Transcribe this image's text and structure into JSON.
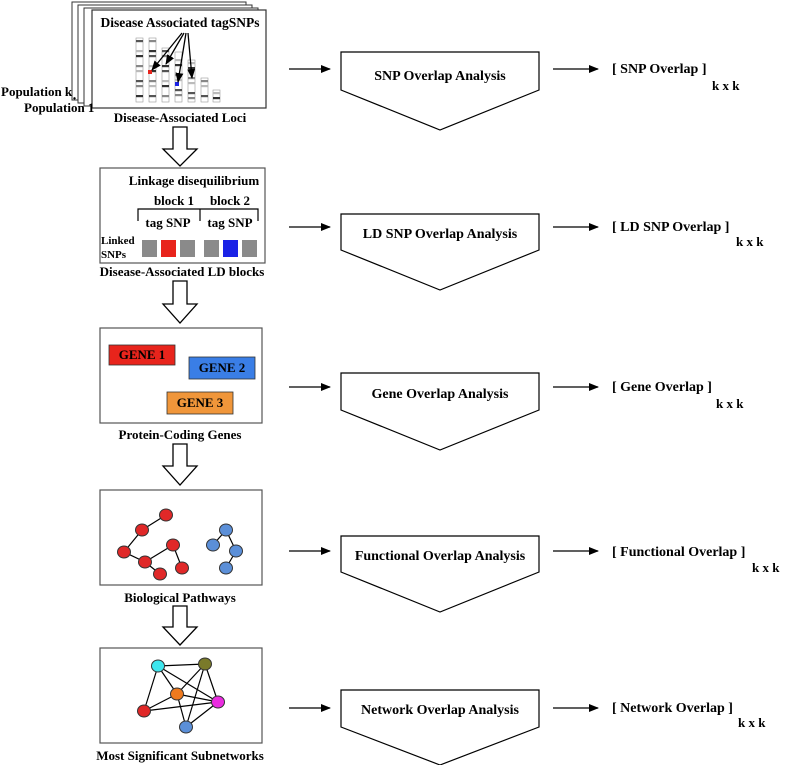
{
  "stage1": {
    "title": "Disease Associated tagSNPs",
    "population_k": "Population k",
    "population_1": "Population 1",
    "dots": "·",
    "caption": "Disease-Associated Loci"
  },
  "stage2": {
    "ld_title": "Linkage disequilibrium",
    "block1": "block 1",
    "block2": "block 2",
    "tag1": "tag SNP",
    "tag2": "tag SNP",
    "linked_line1": "Linked",
    "linked_line2": "SNPs",
    "caption": "Disease-Associated LD blocks"
  },
  "stage3": {
    "gene1": "GENE 1",
    "gene2": "GENE 2",
    "gene3": "GENE 3",
    "caption": "Protein-Coding Genes"
  },
  "stage4": {
    "caption": "Biological Pathways"
  },
  "stage5": {
    "caption": "Most Significant Subnetworks"
  },
  "analyses": [
    {
      "label": "SNP Overlap Analysis",
      "result": "[ SNP Overlap ]",
      "dim": "k x k"
    },
    {
      "label": "LD SNP Overlap Analysis",
      "result": "[ LD SNP Overlap ]",
      "dim": "k x k"
    },
    {
      "label": "Gene Overlap Analysis",
      "result": "[ Gene Overlap ]",
      "dim": "k x k"
    },
    {
      "label": "Functional Overlap Analysis",
      "result": "[ Functional Overlap ]",
      "dim": "k x k"
    },
    {
      "label": "Network Overlap Analysis",
      "result": "[ Network Overlap ]",
      "dim": "k x k"
    }
  ],
  "colors": {
    "red": "#e8241c",
    "blue": "#1a22e6",
    "gene1": "#e8241c",
    "gene2": "#3a7ee6",
    "gene3": "#f0963a",
    "node_red": "#e02828",
    "node_blue": "#5b8fd8",
    "cyan": "#3ee6ee",
    "olive": "#7a7a2a",
    "orange": "#ef7a1e",
    "magenta": "#ea2ce0",
    "gray": "#8a8a8a"
  }
}
